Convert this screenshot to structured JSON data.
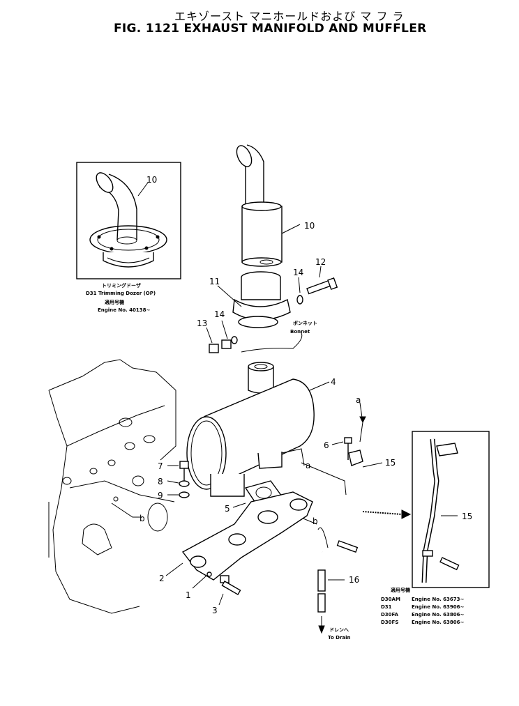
{
  "title": {
    "japanese": "エキゾースト マニホールドおよび マ フ ラ",
    "english": "FIG. 1121  EXHAUST MANIFOLD AND MUFFLER"
  },
  "callouts": {
    "c1": "1",
    "c2": "2",
    "c3": "3",
    "c4": "4",
    "c5": "5",
    "c6": "6",
    "c7": "7",
    "c8": "8",
    "c9": "9",
    "c10_inset": "10",
    "c10_main": "10",
    "c11": "11",
    "c12": "12",
    "c13": "13",
    "c14a": "14",
    "c14b": "14",
    "c15_main": "15",
    "c15_inset": "15",
    "c16": "16",
    "ref_a_top": "a",
    "ref_a_mid": "a",
    "ref_b_left": "b",
    "ref_b_right": "b"
  },
  "insets": {
    "left": {
      "jp": "トリミングドーザ",
      "model": "D31  Trimming  Dozer (OP)",
      "serial_jp": "適用号機",
      "serial": "Engine  No.  40138~"
    },
    "right": {
      "serial_jp": "適用号機",
      "rows": [
        {
          "model": "D30AM",
          "engine": "Engine   No.  63673~"
        },
        {
          "model": "D31",
          "engine": "Engine   No.  63906~"
        },
        {
          "model": "D30FA",
          "engine": "Engine   No.  63806~"
        },
        {
          "model": "D30FS",
          "engine": "Engine   No.  63806~"
        }
      ]
    }
  },
  "labels": {
    "bonnet_jp": "ボンネット",
    "bonnet": "Bonnet",
    "drain_jp": "ドレンへ",
    "drain": "To Drain"
  }
}
